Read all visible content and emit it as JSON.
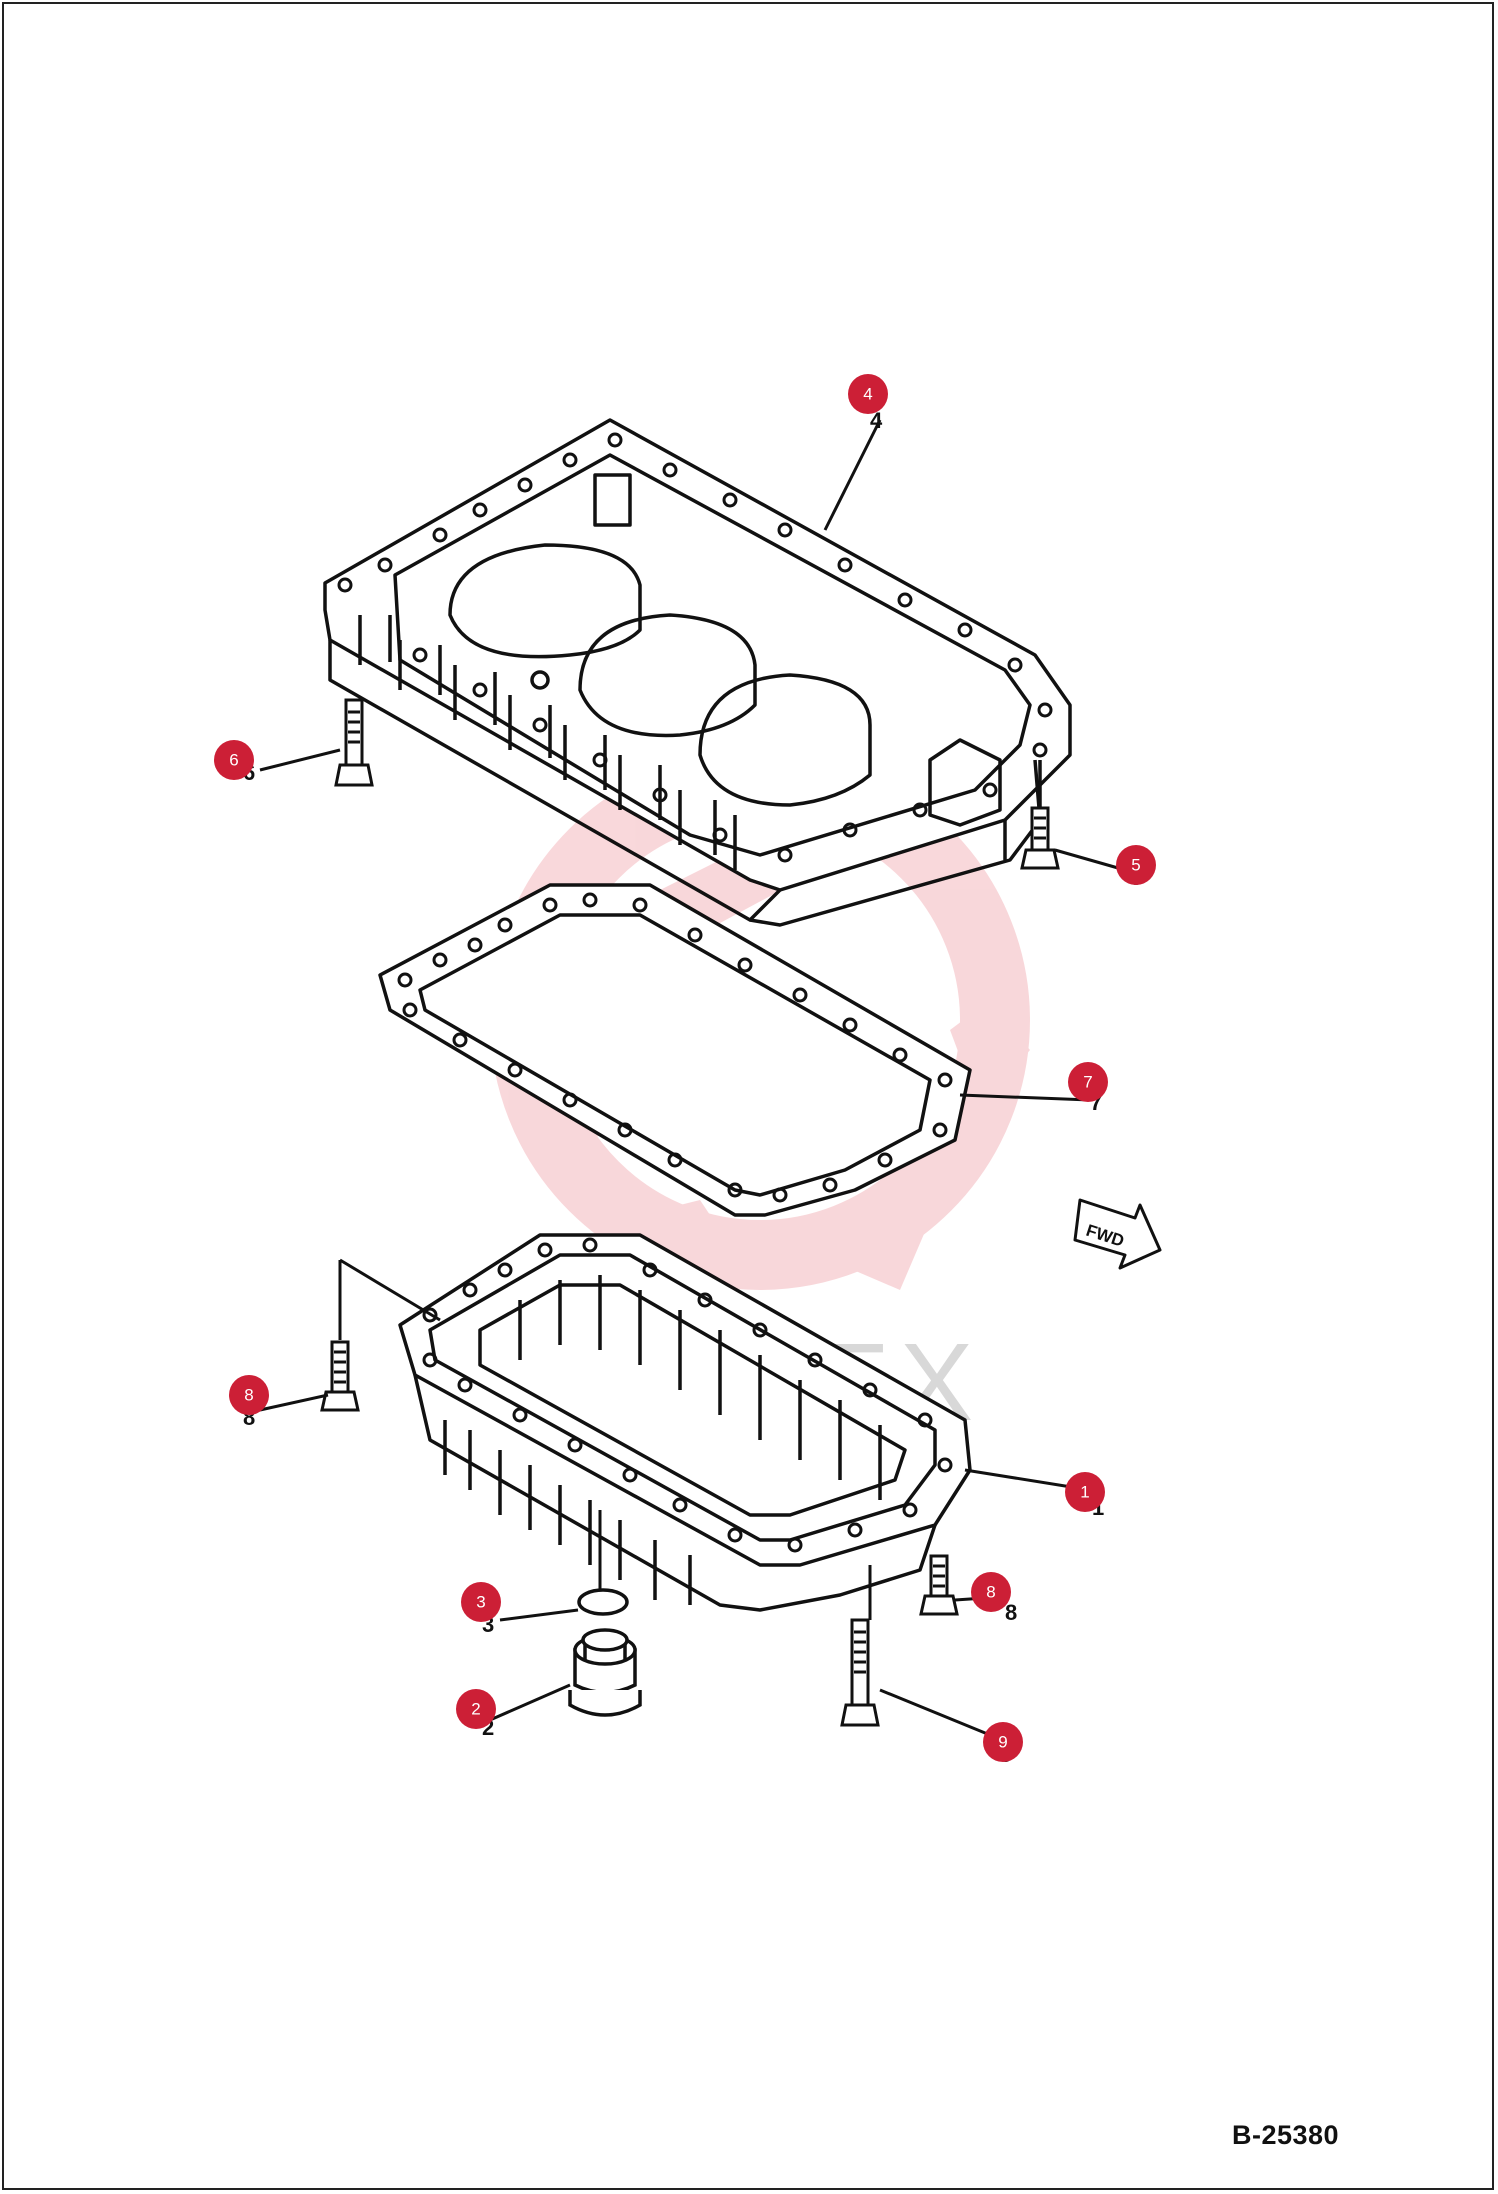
{
  "drawing_number": "B-25380",
  "fwd_label": "FWD",
  "watermark_text": "ИРПЕХ",
  "colors": {
    "callout": "#cc1f36",
    "line": "#111111",
    "watermark_red": "#f4b8bd"
  },
  "callouts": [
    {
      "id": "4",
      "label": "4"
    },
    {
      "id": "6",
      "label": "6"
    },
    {
      "id": "5",
      "label": "5"
    },
    {
      "id": "7",
      "label": "7"
    },
    {
      "id": "8a",
      "label": "8"
    },
    {
      "id": "1",
      "label": "1"
    },
    {
      "id": "8b",
      "label": "8"
    },
    {
      "id": "3",
      "label": "3"
    },
    {
      "id": "2",
      "label": "2"
    },
    {
      "id": "9",
      "label": "9"
    }
  ]
}
